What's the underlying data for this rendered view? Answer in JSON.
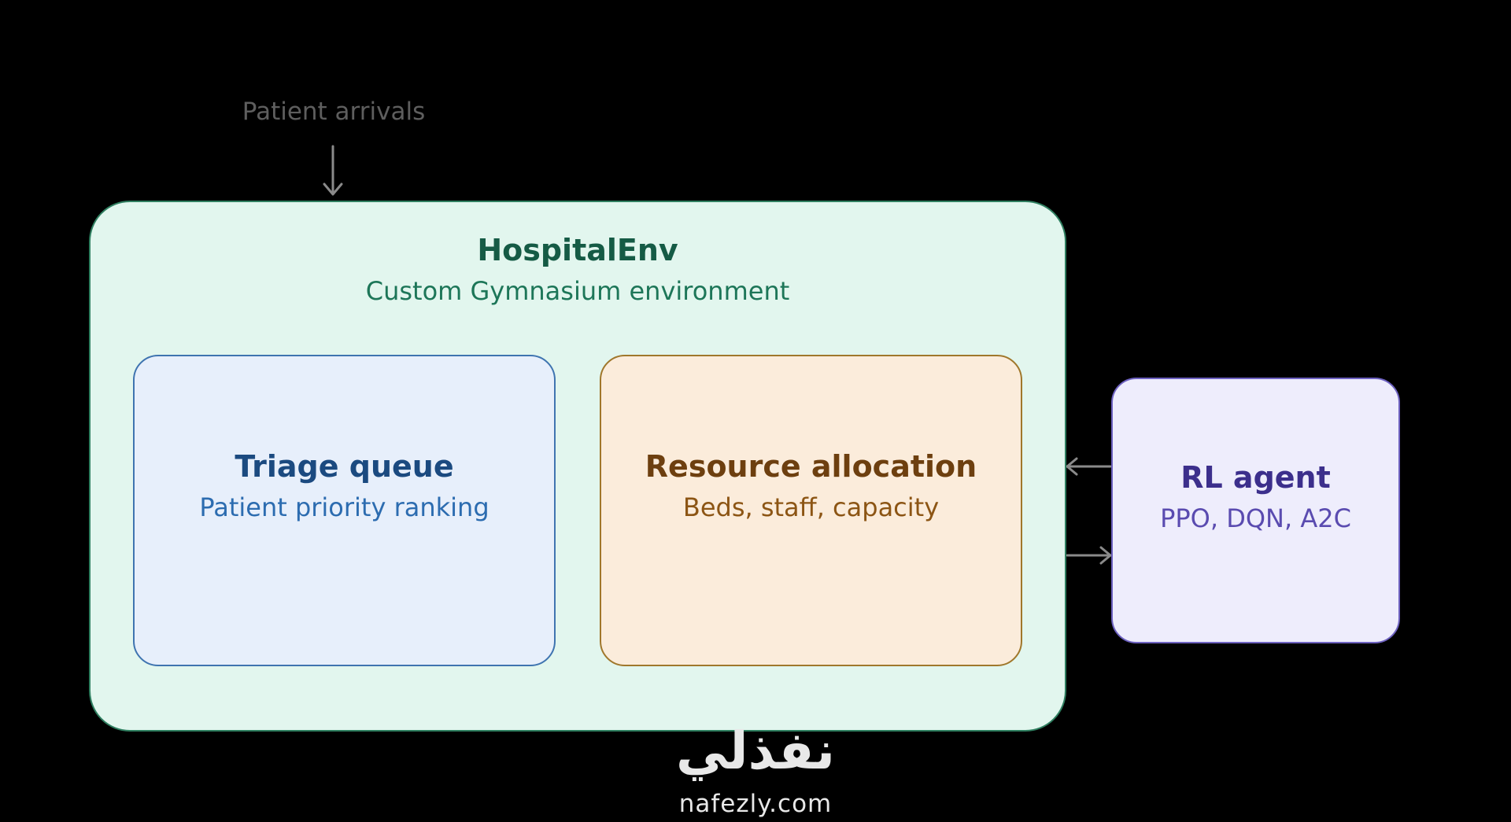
{
  "input": {
    "label": "Patient arrivals"
  },
  "environment": {
    "title": "HospitalEnv",
    "subtitle": "Custom Gymnasium environment"
  },
  "triage": {
    "title": "Triage queue",
    "subtitle": "Patient priority ranking"
  },
  "resource": {
    "title": "Resource allocation",
    "subtitle": "Beds, staff, capacity"
  },
  "agent": {
    "title": "RL agent",
    "subtitle": "PPO, DQN, A2C"
  },
  "watermark": {
    "arabic": "نفذلي",
    "url": "nafezly.com"
  },
  "colors": {
    "env_fill": "#e2f6ee",
    "env_border": "#2f7f60",
    "triage_fill": "#e7effb",
    "resource_fill": "#fbecdb",
    "agent_fill": "#eeedfc",
    "arrow": "#8a8a8a"
  }
}
